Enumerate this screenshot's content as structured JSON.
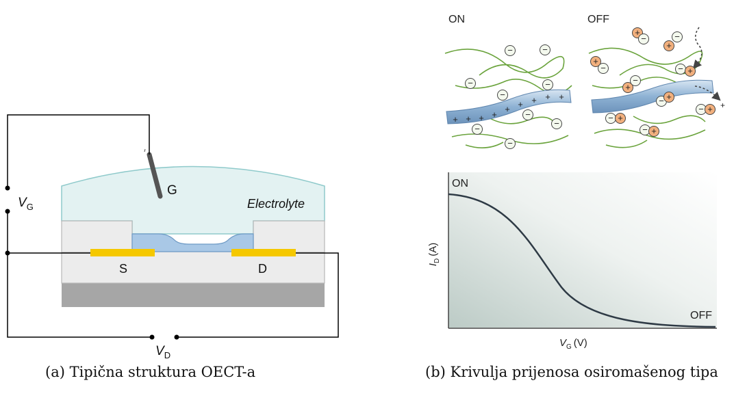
{
  "left_panel": {
    "gate_label": "G",
    "electrolyte_label": "Electrolyte",
    "source_label": "S",
    "drain_label": "D",
    "vg_label": {
      "symbol": "V",
      "subscript": "G"
    },
    "vd_label": {
      "symbol": "V",
      "subscript": "D"
    },
    "caption": "(a) Tipična struktura OECT-a"
  },
  "right_panel": {
    "on_label": "ON",
    "off_label": "OFF",
    "minus_sign": "−",
    "plus_sign": "+",
    "graph": {
      "on_label": "ON",
      "off_label": "OFF",
      "ylabel": {
        "symbol": "I",
        "subscript": "D",
        "unit": "(A)"
      },
      "xlabel": {
        "symbol": "V",
        "subscript": "G",
        "unit": "(V)"
      }
    },
    "caption": "(b) Krivulja prijenosa osiromašenog tipa"
  },
  "colors": {
    "electrolyte_fill": "#e3f2f2",
    "electrolyte_stroke": "#8fcacb",
    "channel_fill": "#a9c8e6",
    "contact_gold": "#f5c800",
    "substrate_light": "#ececec",
    "substrate_dark": "#a6a6a6",
    "chain_green": "#6aa33c",
    "backbone_blue": "#8eb2d4",
    "cation_orange": "#f2b07e",
    "curve": "#2e3a45"
  }
}
